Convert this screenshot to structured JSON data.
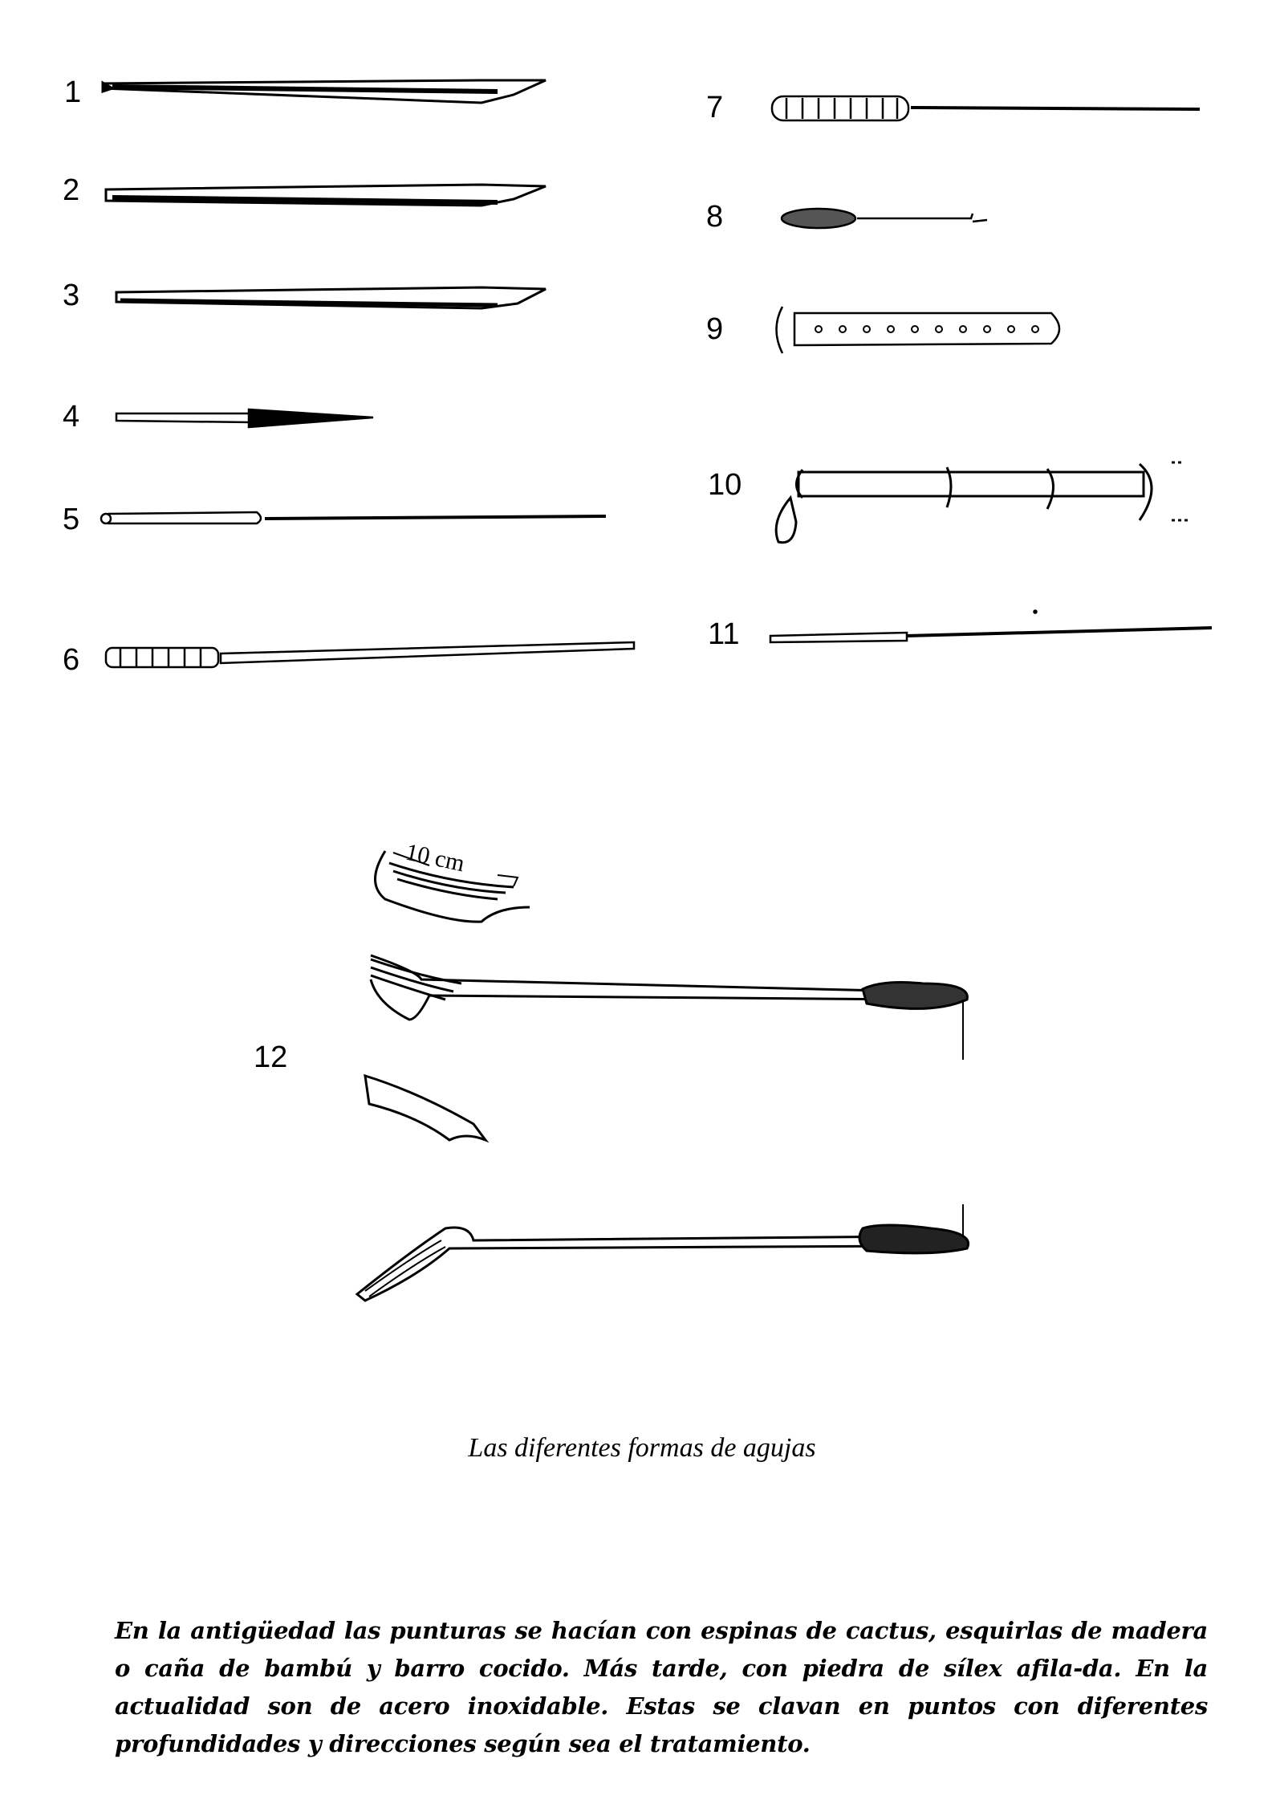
{
  "figure": {
    "labels": [
      "1",
      "2",
      "3",
      "4",
      "5",
      "6",
      "7",
      "8",
      "9",
      "10",
      "11",
      "12"
    ],
    "scale_label": "10 cm"
  },
  "caption": "Las diferentes formas de agujas",
  "paragraph": "En la antigüedad las punturas se hacían con espinas de cactus, esquirlas de madera o caña de bambú y barro cocido. Más tarde, con piedra de sílex afila-da. En la actualidad son de acero inoxidable. Estas se clavan en puntos con diferentes profundidades y direcciones según sea el tratamiento."
}
